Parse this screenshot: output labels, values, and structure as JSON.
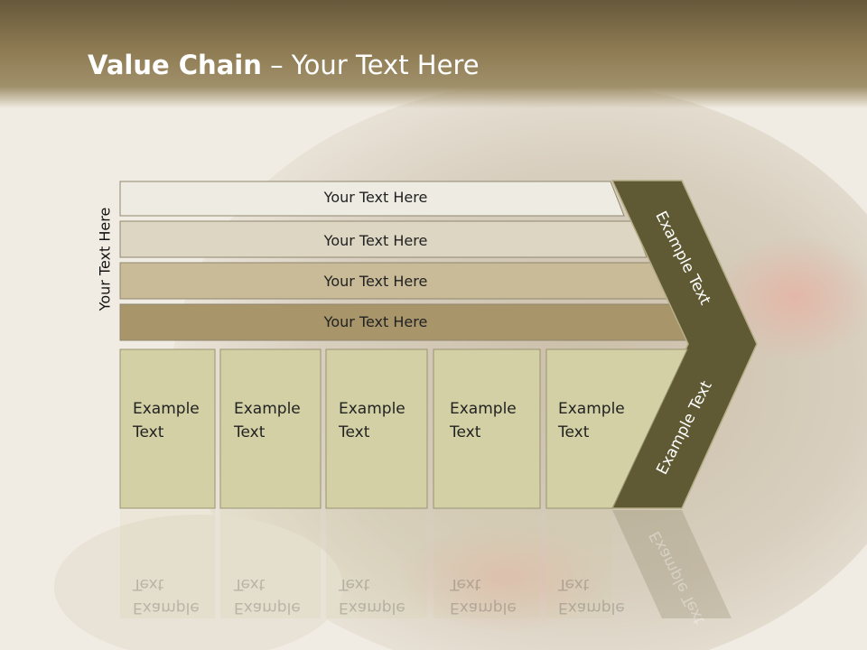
{
  "title": {
    "bold": "Value Chain",
    "rest": " – Your Text Here"
  },
  "side_label": "Your Text Here",
  "rows": [
    {
      "label": "Your Text Here",
      "color": "#eeebe2"
    },
    {
      "label": "Your Text Here",
      "color": "#ddd6c3"
    },
    {
      "label": "Your Text Here",
      "color": "#c9bb98"
    },
    {
      "label": "Your Text Here",
      "color": "#a8956a"
    }
  ],
  "boxes": [
    {
      "line1": "Example",
      "line2": "Text"
    },
    {
      "line1": "Example",
      "line2": "Text"
    },
    {
      "line1": "Example",
      "line2": "Text"
    },
    {
      "line1": "Example",
      "line2": "Text"
    },
    {
      "line1": "Example",
      "line2": "Text"
    }
  ],
  "arrow_upper_text": "Example Text",
  "arrow_lower_text": "Example Text",
  "colors": {
    "box_fill": "#d2d0a4",
    "arrow_fill": "#5f5a34",
    "header": "#8d7a52"
  }
}
